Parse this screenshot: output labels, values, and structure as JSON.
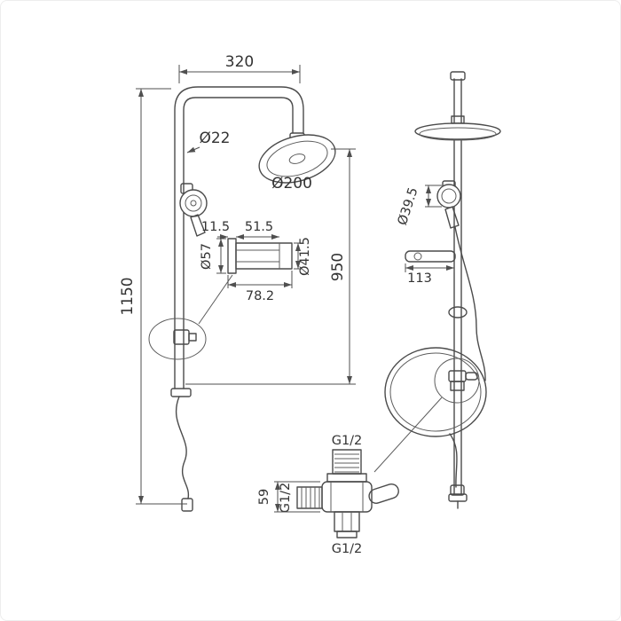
{
  "page": {
    "background": "#ffffff",
    "line_color": "#4b4b4b",
    "text_color": "#333333"
  },
  "front_view": {
    "dim_arm_width": "320",
    "dim_pipe_diameter": "Ø22",
    "dim_head_diameter": "Ø200",
    "dim_total_height": "1150",
    "dim_riser_height": "950",
    "slider_detail": {
      "dim_flange_width": "11.5",
      "dim_body_length": "51.5",
      "dim_flange_diameter": "Ø57",
      "dim_body_diameter": "Ø41.5",
      "dim_overall_length": "78.2"
    }
  },
  "side_view": {
    "dim_hand_shower_diameter": "Ø39.5",
    "dim_bracket_depth": "113",
    "valve_detail": {
      "thread_top": "G1/2",
      "thread_left": "G1/2",
      "thread_bottom": "G1/2",
      "dim_valve_height": "59"
    }
  }
}
